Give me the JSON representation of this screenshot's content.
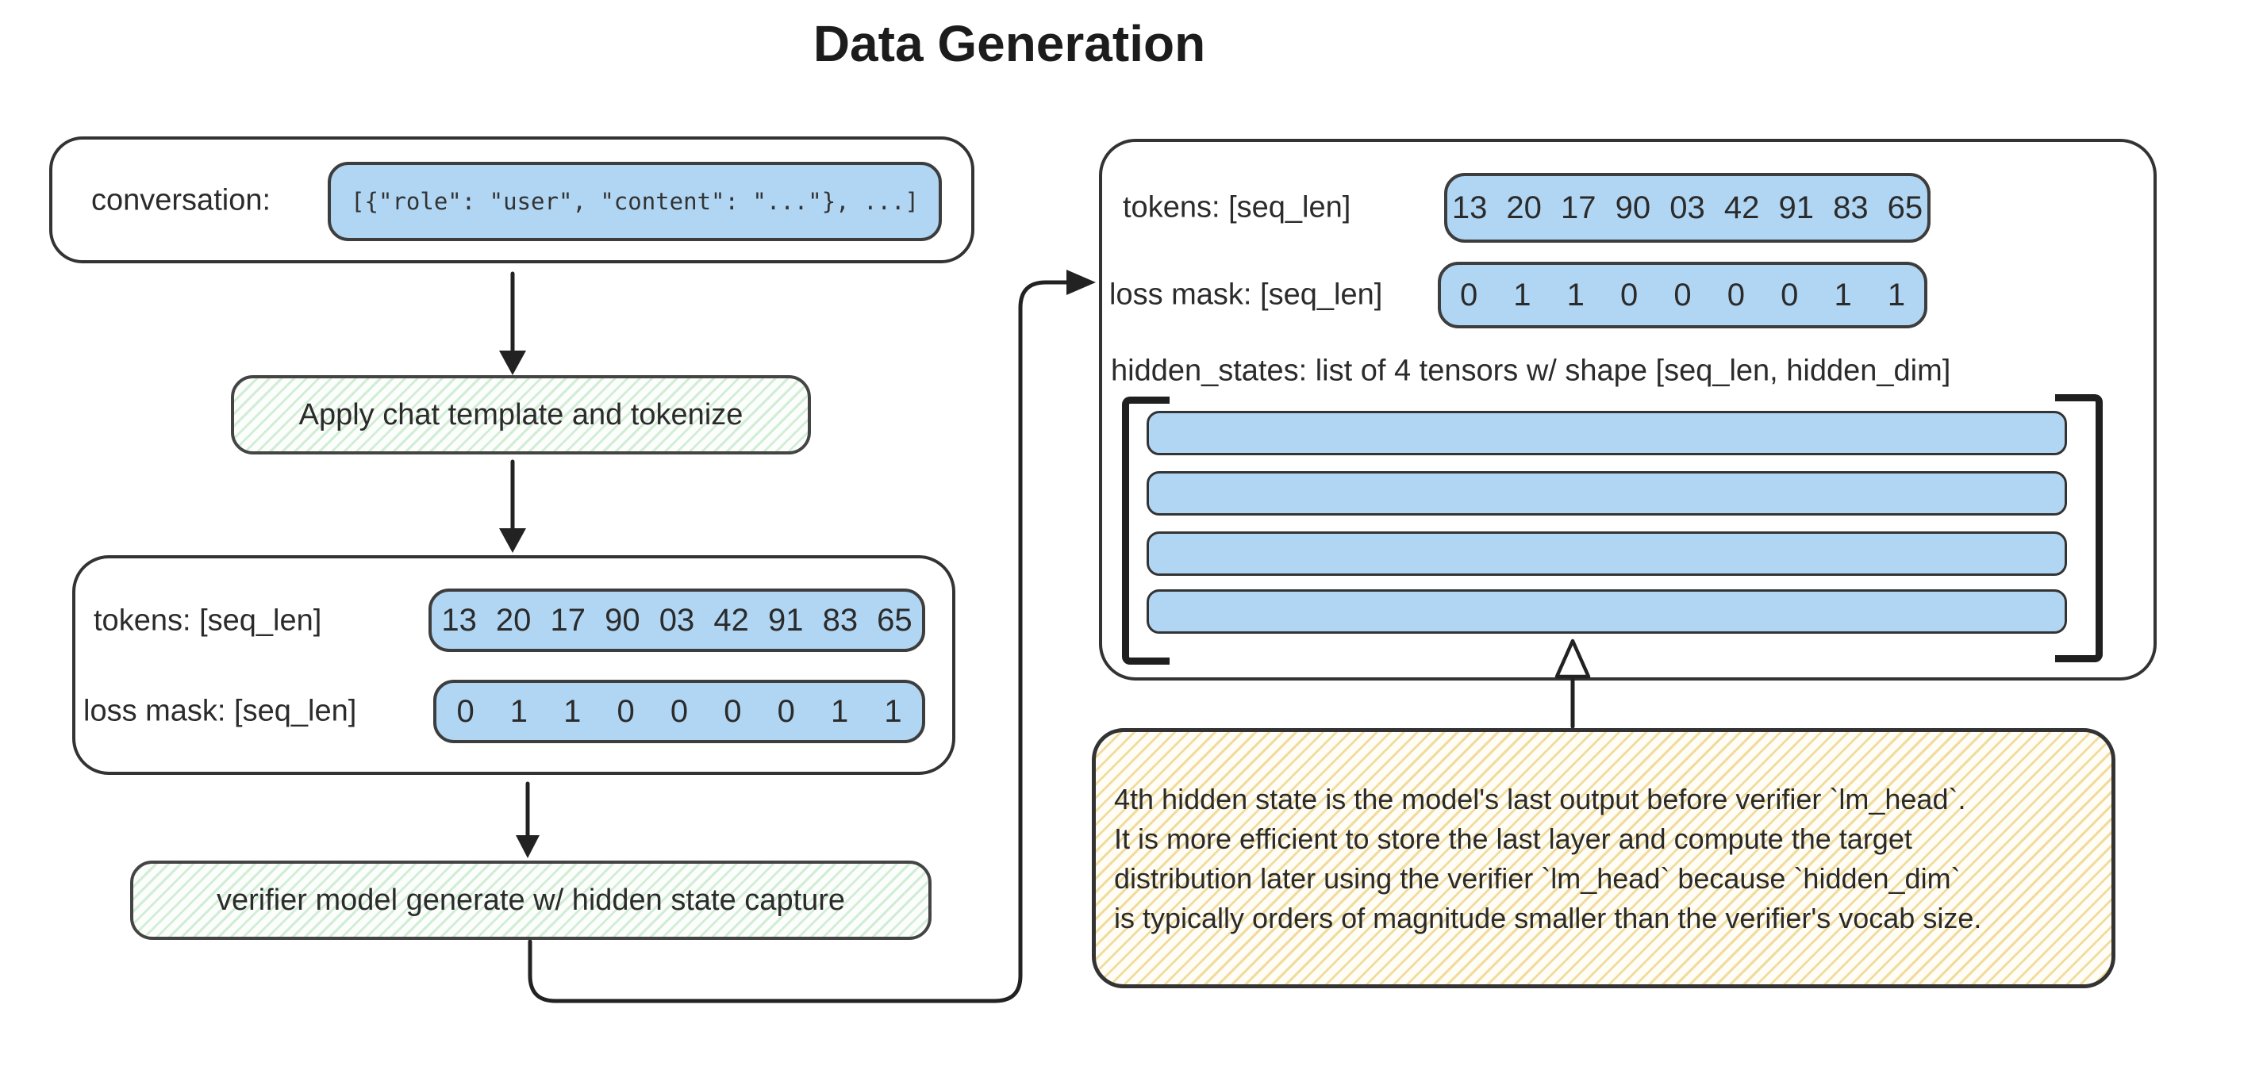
{
  "title": "Data Generation",
  "left": {
    "conversation": {
      "label": "conversation:",
      "value": "[{\"role\": \"user\", \"content\": \"...\"}, ...]"
    },
    "step1_label": "Apply chat template and tokenize",
    "tokens_label": "tokens: [seq_len]",
    "tokens_values": "13 20 17 90 03 42 91 83 65",
    "loss_mask_label": "loss mask: [seq_len]",
    "loss_mask_values": "0 1 1 0 0 0 0 1 1",
    "step2_label": "verifier model generate w/ hidden state capture"
  },
  "right": {
    "tokens_label": "tokens: [seq_len]",
    "tokens_values": "13 20 17 90 03 42 91 83 65",
    "loss_mask_label": "loss mask: [seq_len]",
    "loss_mask_values": "0 1 1 0 0 0 0 1 1",
    "hidden_states_label": "hidden_states: list of 4 tensors w/ shape [seq_len, hidden_dim]",
    "tensor_count": 4,
    "note_lines": [
      "4th hidden state is the model's last output before verifier `lm_head`.",
      "It is more efficient to store the last layer and compute the target",
      "distribution later using the verifier `lm_head` because `hidden_dim`",
      "is typically orders of magnitude smaller than the verifier's vocab size."
    ]
  },
  "colors": {
    "tensor_fill": "#b1d6f3",
    "box_border": "#333333",
    "process_hatch_green": "#d2edd6",
    "note_hatch_yellow": "#f1dc9e",
    "text": "#2b2b2b"
  }
}
